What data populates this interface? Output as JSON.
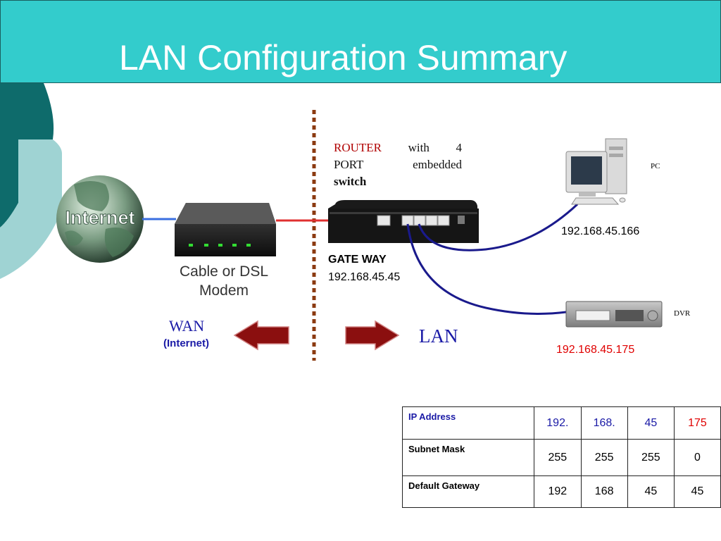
{
  "title": "LAN Configuration Summary",
  "internet_label": "Internet",
  "modem_label": [
    "Cable or DSL",
    "Modem"
  ],
  "router_caption": {
    "line1_left": "ROUTER",
    "line1_mid": "with",
    "line1_right": "4",
    "line2_left": "PORT",
    "line2_right": "embedded",
    "line3": "switch"
  },
  "gateway": {
    "label": "GATE WAY",
    "ip": "192.168.45.45"
  },
  "pc": {
    "label": "PC",
    "ip": "192.168.45.166"
  },
  "dvr": {
    "label": "DVR",
    "ip": "192.168.45.175"
  },
  "wan": {
    "label": "WAN",
    "sub": "(Internet)"
  },
  "lan": {
    "label": "LAN"
  },
  "ip_table": {
    "rows": [
      {
        "header": "IP Address",
        "values": [
          "192.",
          "168.",
          "45",
          "175"
        ]
      },
      {
        "header": "Subnet Mask",
        "values": [
          "255",
          "255",
          "255",
          "0"
        ]
      },
      {
        "header": "Default Gateway",
        "values": [
          "192",
          "168",
          "45",
          "45"
        ]
      }
    ]
  },
  "colors": {
    "title_bar": "#33cccc",
    "wan_link": "#3a6fe0",
    "router_link": "#e03030",
    "lan_cable": "#1a1a8c",
    "arrow": "#8b0f0f",
    "divider": "#8b3a10"
  }
}
